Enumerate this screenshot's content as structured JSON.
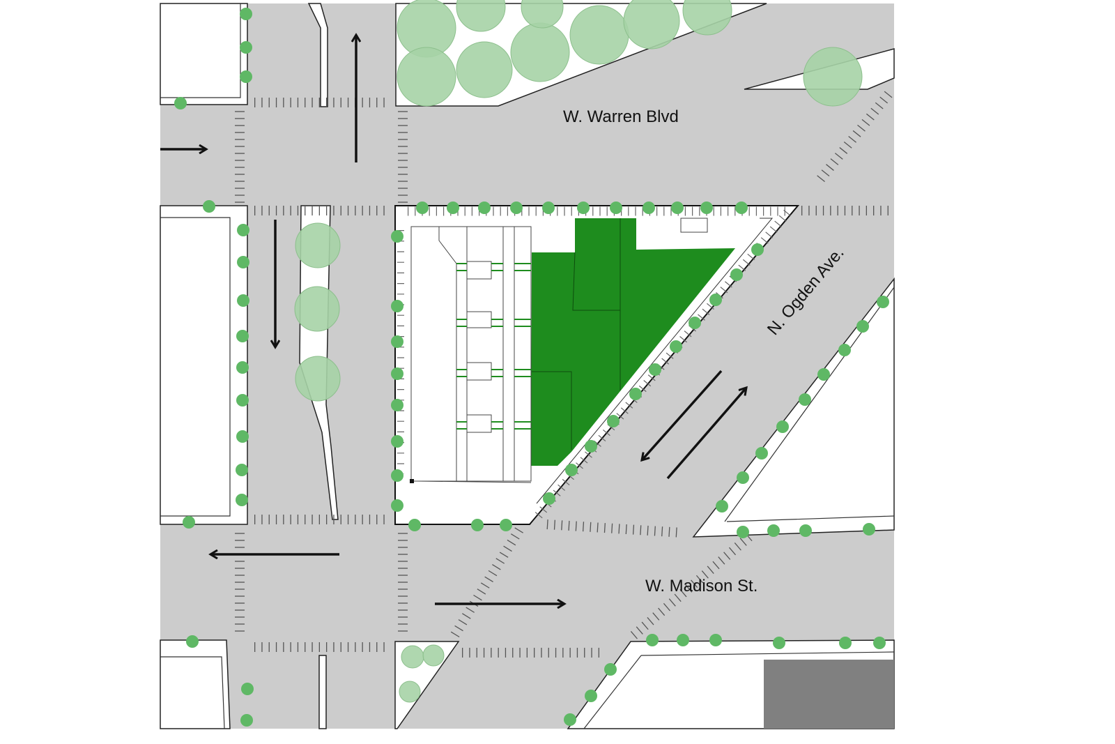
{
  "streets": {
    "warren": "W. Warren Blvd",
    "ogden": "N. Ogden Ave.",
    "madison": "W. Madison St."
  },
  "colors": {
    "road": "#cccccc",
    "block": "#ffffff",
    "site_green": "#1e8c1e",
    "street_tree": "#5fb865",
    "large_tree": "#a6d3a6",
    "building_dark": "#808080",
    "arrow": "#111111"
  }
}
